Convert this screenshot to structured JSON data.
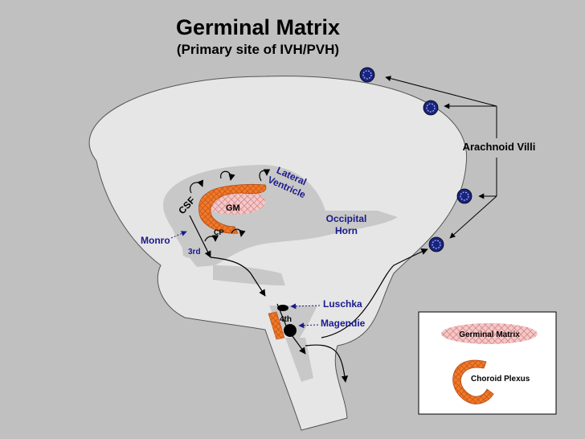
{
  "title": "Germinal Matrix",
  "subtitle": "(Primary site of IVH/PVH)",
  "labels": {
    "lateral_ventricle": [
      "Lateral",
      "Ventricle"
    ],
    "occipital_horn": [
      "Occipital",
      "Horn"
    ],
    "csf": "CSF",
    "gm": "GM",
    "cp": "CP",
    "monro": "Monro",
    "third": "3rd",
    "fourth": "4th",
    "luschka": "Luschka",
    "magendie": "Magendie",
    "arachnoid_villi": "Arachnoid Villi"
  },
  "legend": {
    "germinal_matrix": "Germinal Matrix",
    "choroid_plexus": "Choroid Plexus"
  },
  "colors": {
    "background": "#c0c0c0",
    "brain": "#e6e6e6",
    "ventricle": "#c8c8c8",
    "choroid_plexus": "#f07a28",
    "germinal_matrix": "#f2bcbc",
    "label_blue": "#1a1a8c",
    "villi": "#1a237e"
  }
}
